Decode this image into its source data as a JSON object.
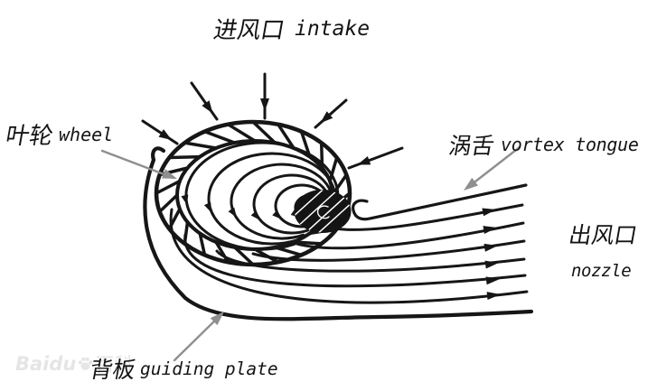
{
  "title": {
    "zh": "进风口",
    "en": "intake"
  },
  "labels": {
    "wheel": {
      "zh": "叶轮",
      "en": "wheel"
    },
    "vortex_tongue": {
      "zh": "涡舌",
      "en": "vortex tongue"
    },
    "outlet": {
      "zh": "出风口",
      "en": "nozzle"
    },
    "guiding_plate": {
      "zh": "背板",
      "en": "guiding plate"
    }
  },
  "watermark": "Baidu百科",
  "colors": {
    "ink": "#161616",
    "leader": "#8f8f8f",
    "background": "#ffffff"
  },
  "diagram": {
    "type": "centrifugal-fan-cross-section",
    "parts": [
      "intake arrows",
      "impeller wheel with blades",
      "spiral streamlines",
      "hub",
      "vortex tongue",
      "outlet streamlines",
      "guiding plate"
    ]
  }
}
